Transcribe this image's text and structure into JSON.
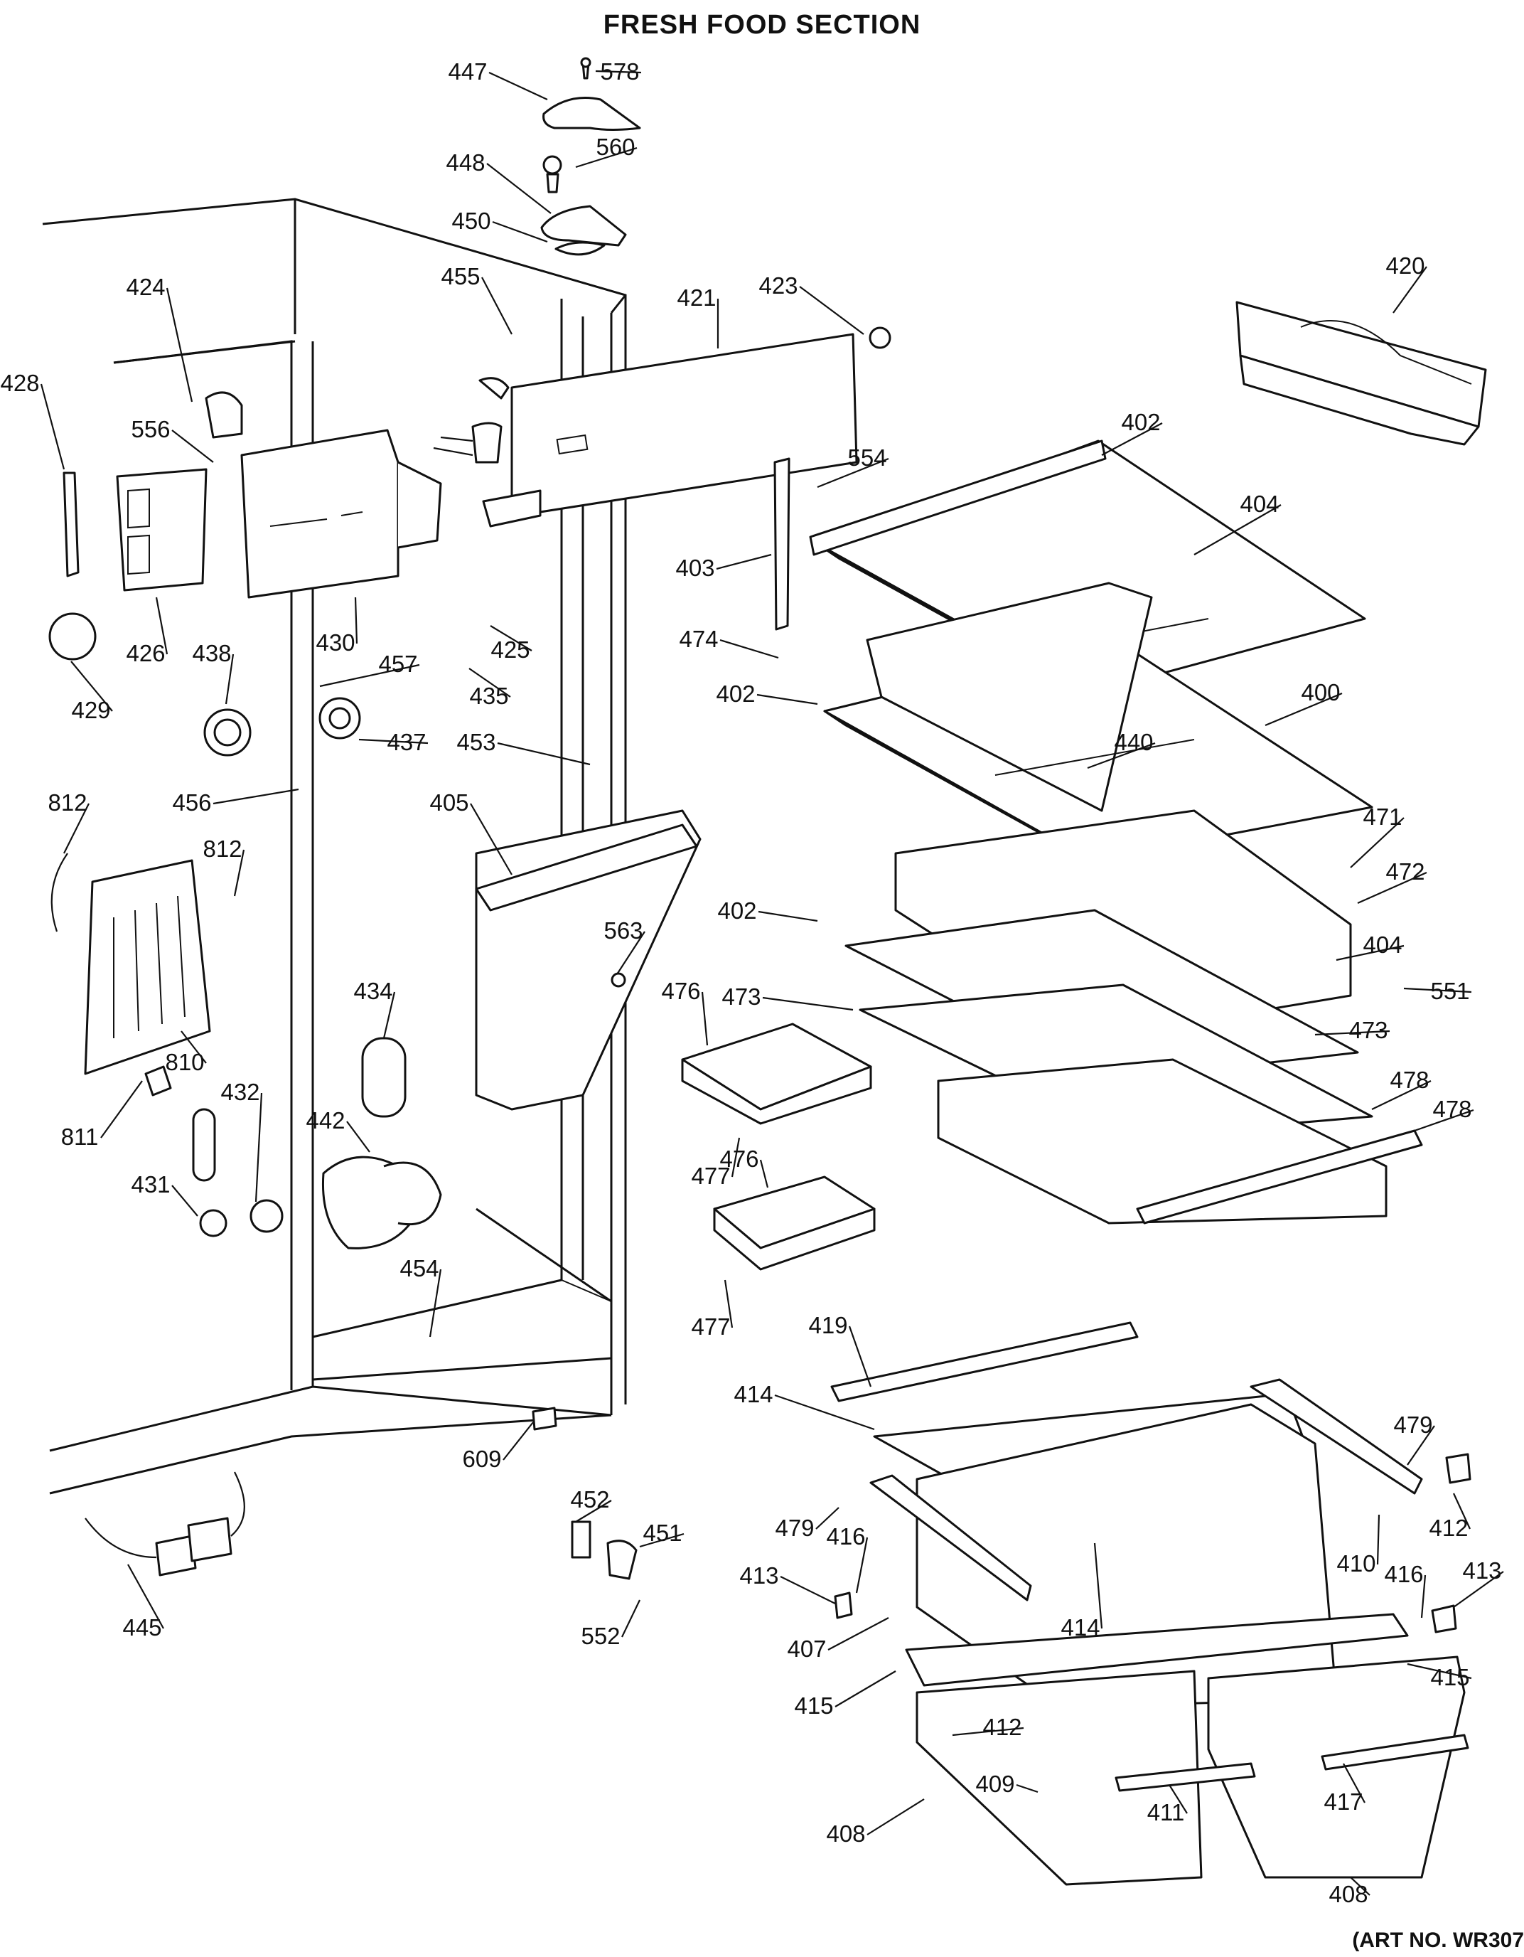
{
  "title": "FRESH FOOD SECTION",
  "art_number": "(ART NO. WR307",
  "callouts": [
    "400",
    "402",
    "403",
    "404",
    "405",
    "407",
    "408",
    "409",
    "410",
    "411",
    "412",
    "413",
    "414",
    "415",
    "416",
    "417",
    "419",
    "420",
    "421",
    "423",
    "424",
    "425",
    "426",
    "428",
    "429",
    "430",
    "431",
    "432",
    "434",
    "435",
    "437",
    "438",
    "440",
    "442",
    "445",
    "447",
    "448",
    "450",
    "451",
    "452",
    "453",
    "454",
    "455",
    "456",
    "457",
    "471",
    "472",
    "473",
    "474",
    "476",
    "477",
    "478",
    "479",
    "551",
    "552",
    "554",
    "556",
    "560",
    "563",
    "578",
    "609",
    "810",
    "811",
    "812"
  ]
}
